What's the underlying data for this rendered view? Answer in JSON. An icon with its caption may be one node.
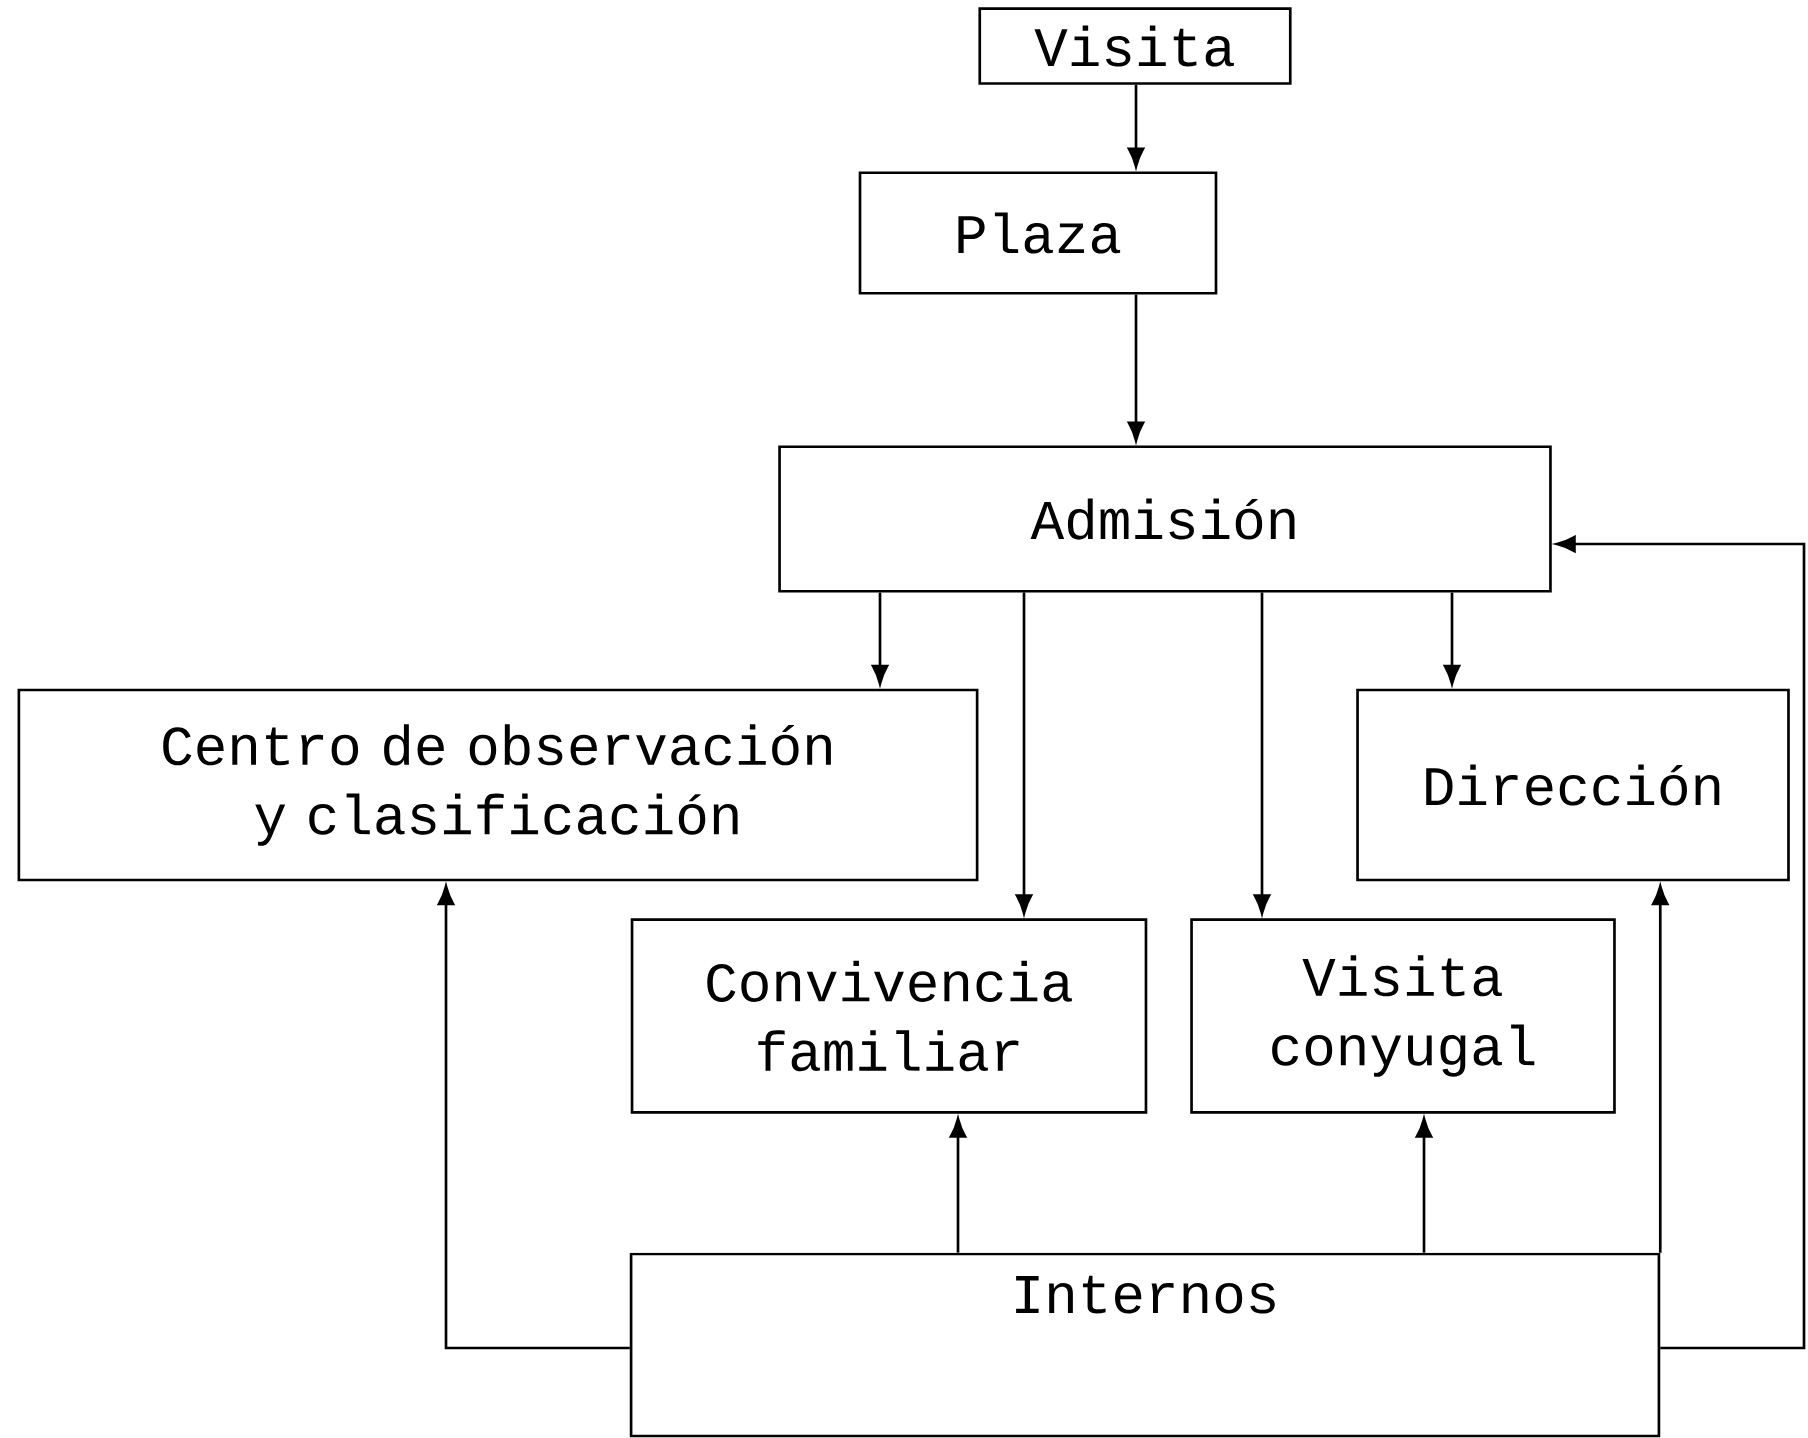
{
  "diagram": {
    "nodes": [
      {
        "text": [
          "Visita"
        ]
      },
      {
        "text": [
          "Plaza"
        ]
      },
      {
        "text": [
          "Admisión"
        ]
      },
      {
        "text": [
          "Centro de observación y clasificación"
        ]
      },
      {
        "text": [
          "Dirección"
        ]
      },
      {
        "text": [
          "Convivencia familiar"
        ]
      },
      {
        "text": [
          "Visita conyugal"
        ]
      },
      {
        "text": [
          "Internos"
        ]
      }
    ],
    "edges": [
      {
        "from": 0,
        "to": 1,
        "arrow": "to"
      },
      {
        "from": 1,
        "to": 2,
        "arrow": "to"
      },
      {
        "from": 2,
        "to": 3,
        "arrow": "to"
      },
      {
        "from": 2,
        "to": 5,
        "arrow": "to"
      },
      {
        "from": 2,
        "to": 6,
        "arrow": "to"
      },
      {
        "from": 2,
        "to": 4,
        "arrow": "to"
      },
      {
        "from": 7,
        "to": 5,
        "arrow": "to"
      },
      {
        "from": 7,
        "to": 6,
        "arrow": "to"
      },
      {
        "from": 7,
        "to": 3,
        "arrow": "to"
      },
      {
        "from": 7,
        "to": 4,
        "arrow": "to"
      },
      {
        "from": 7,
        "to": 2,
        "arrow": "to"
      }
    ]
  }
}
